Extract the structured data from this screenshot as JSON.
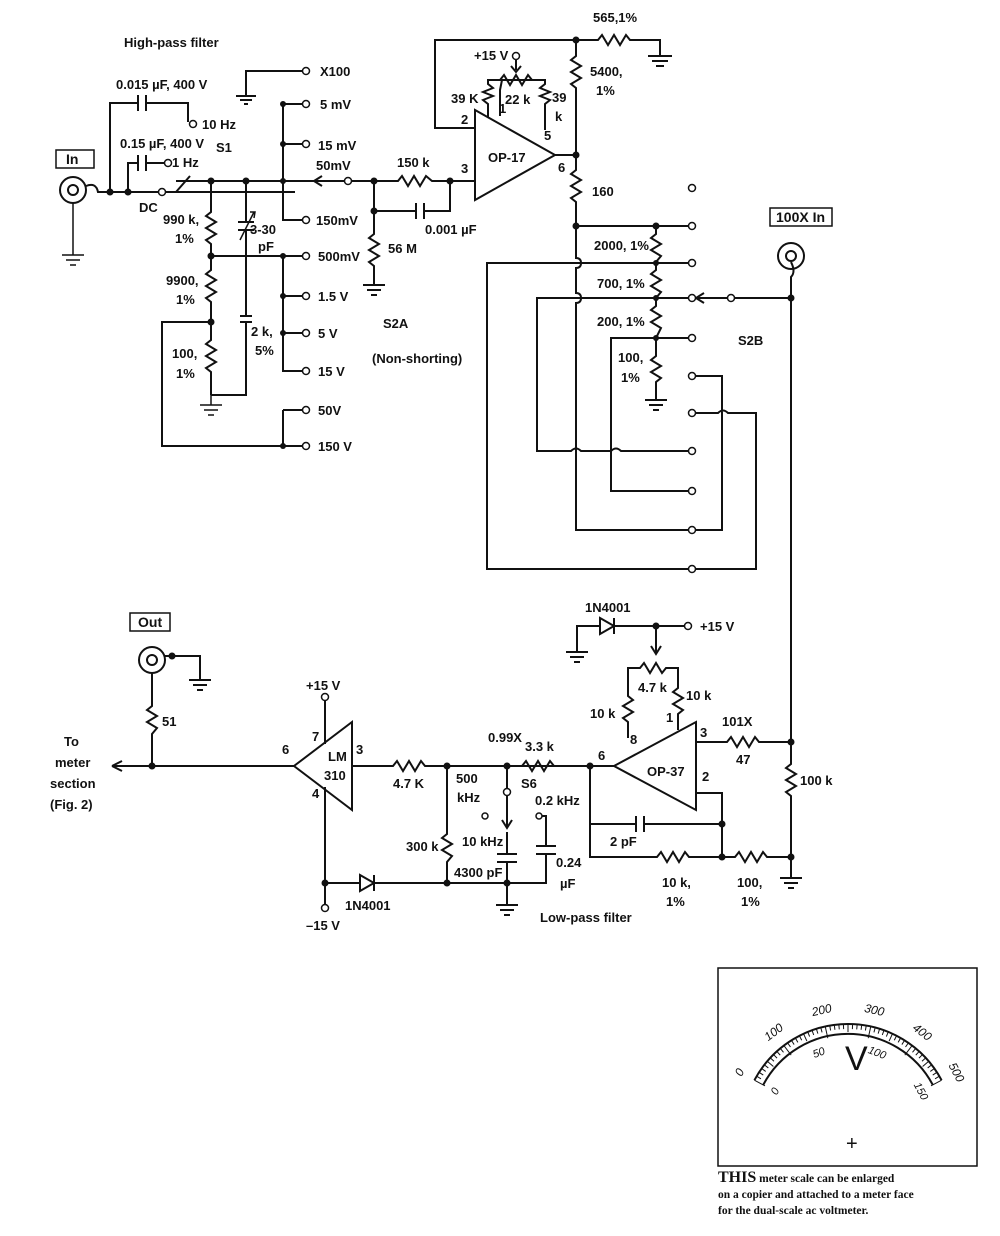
{
  "labels": {
    "hp_title": "High-pass filter",
    "c_015": "0.015 µF, 400 V",
    "c_15": "0.15 µF, 400 V",
    "hz10": "10 Hz",
    "hz1": "1 Hz",
    "s1": "S1",
    "dc": "DC",
    "in_box": "In",
    "r990k": "990 k,",
    "r9900": "9900,",
    "r100": "100,",
    "pct1": "1%",
    "cap330a": "3-30",
    "cap330b": "pF",
    "r2k": "2 k,",
    "pct5": "5%",
    "x100": "X100",
    "r5mv": "5 mV",
    "r15mv": "15 mV",
    "r50mv": "50mV",
    "r150mv": "150mV",
    "r500mv": "500mV",
    "r15v": "1.5 V",
    "r5v": "5 V",
    "r15v2": "15 V",
    "r50v": "50V",
    "r150v": "150 V",
    "r150k": "150 k",
    "c001": "0.001 µF",
    "r56m": "56 M",
    "s2a": "S2A",
    "nonshort": "(Non-shorting)",
    "p15v": "+15 V",
    "r39k": "39 K",
    "r22k": "22 k",
    "r39": "39",
    "k": "k",
    "op17": "OP-17",
    "pin1": "1",
    "pin2": "2",
    "pin3": "3",
    "pin5": "5",
    "pin6": "6",
    "r565": "565,1%",
    "r5400": "5400,",
    "r160": "160",
    "r2000": "2000, 1%",
    "r700": "700, 1%",
    "r200": "200, 1%",
    "s2b": "S2B",
    "in100x_box": "100X In",
    "d1n4001": "1N4001",
    "out_box": "Out",
    "r51": "51",
    "to1": "To",
    "to2": "meter",
    "to3": "section",
    "to4": "(Fig. 2)",
    "lm1": "LM",
    "lm2": "310",
    "pin7": "7",
    "pin4": "4",
    "m15v": "–15 V",
    "r47k_cap": "4.7 K",
    "r300k": "300 k",
    "k500a": "500",
    "k500b": "kHz",
    "s6": "S6",
    "k02": "0.2 kHz",
    "k10": "10 kHz",
    "c4300": "4300 pF",
    "c024": "0.24",
    "uf": "µF",
    "lowpass": "Low-pass filter",
    "g099": "0.99X",
    "r33k": "3.3 k",
    "r47k": "4.7 k",
    "r10k": "10 k",
    "r101x": "101X",
    "pin8": "8",
    "op37": "OP-37",
    "r47": "47",
    "r100k": "100 k",
    "c2pf": "2 pF",
    "r10k1": "10 k,",
    "r1001": "100,"
  },
  "meter": {
    "outer_ticks": [
      "0",
      "100",
      "200",
      "300",
      "400",
      "500"
    ],
    "inner_ticks": [
      "0",
      "50",
      "100",
      "150"
    ],
    "unit": "V",
    "plus": "+"
  },
  "caption": {
    "lead": "THIS",
    "line1": "meter scale can be enlarged",
    "line2": "on a copier and attached to a meter face",
    "line3": "for the dual-scale ac voltmeter."
  }
}
